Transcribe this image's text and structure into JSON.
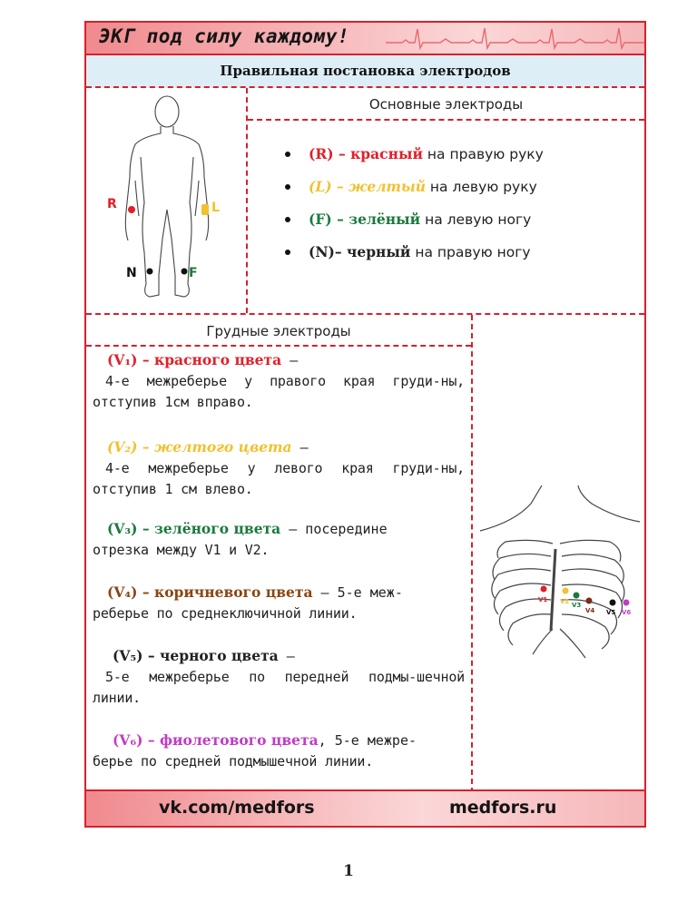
{
  "header": {
    "title": "ЭКГ под силу каждому!"
  },
  "section_title": "Правильная постановка электродов",
  "main_electrodes": {
    "heading": "Основные электроды",
    "items": [
      {
        "lead": "(R) – красный",
        "rest": " на правую руку",
        "color": "#e0202a"
      },
      {
        "lead": "(L) – желтый",
        "rest": " на левую руку",
        "color": "#f2c12e"
      },
      {
        "lead": "(F) – зелёный",
        "rest": " на левую ногу",
        "color": "#1a7a3c"
      },
      {
        "lead": "(N)– черный",
        "rest": " на правую ногу",
        "color": "#222222"
      }
    ],
    "figure_labels": {
      "r": "R",
      "l": "L",
      "n": "N",
      "f": "F"
    }
  },
  "chest_electrodes": {
    "heading": "Грудные электроды",
    "items": [
      {
        "title": "(V₁) – красного цвета",
        "rest": " –",
        "desc": "4-е межреберье у правого края груди-ны, отступив 1см вправо.",
        "color": "#e0202a"
      },
      {
        "title": "(V₂) – желтого цвета",
        "rest": " –",
        "desc": "4-е межреберье у левого края груди-ны, отступив 1 см влево.",
        "color": "#f2c12e"
      },
      {
        "title": "(V₃) – зелёного цвета",
        "rest": " – посередине",
        "desc": "отрезка между V1 и V2.",
        "color": "#1a7a3c"
      },
      {
        "title": "(V₄) – коричневого цвета",
        "rest": " – 5-е меж-",
        "desc": "реберье по среднеключичной линии.",
        "color": "#8b4513"
      },
      {
        "title": "(V₅) – черного цвета",
        "rest": " –",
        "desc": "5-е межреберье по передней подмы-шечной линии.",
        "color": "#222222"
      },
      {
        "title": "(V₆) – фиолетового цвета",
        "rest": ", 5-е межре-",
        "desc": "берье по средней подмышечной линии.",
        "color": "#c03cc8"
      }
    ],
    "figure_labels": [
      "V1",
      "V2",
      "V3",
      "V4",
      "V5",
      "V6"
    ]
  },
  "footer": {
    "left": "vk.com/medfors",
    "right": "medfors.ru"
  },
  "page_number": "1",
  "colors": {
    "border": "#d9202a",
    "title_bg": "#ddeef6"
  }
}
